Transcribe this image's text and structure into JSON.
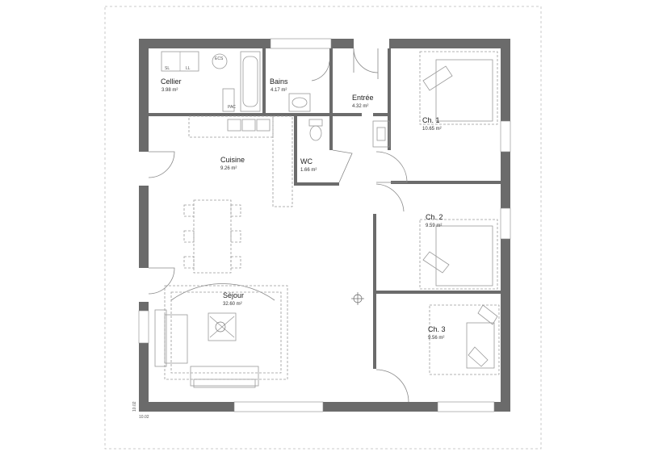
{
  "rooms": {
    "cellier": {
      "name": "Cellier",
      "area": "3.98 m²"
    },
    "bains": {
      "name": "Bains",
      "area": "4.17 m²"
    },
    "entree": {
      "name": "Entrée",
      "area": "4.32 m²"
    },
    "ch1": {
      "name": "Ch. 1",
      "area": "10.65 m²"
    },
    "wc": {
      "name": "WC",
      "area": "1.66 m²"
    },
    "cuisine": {
      "name": "Cuisine",
      "area": "9.26 m²"
    },
    "ch2": {
      "name": "Ch. 2",
      "area": "9.59 m²"
    },
    "sejour": {
      "name": "Séjour",
      "area": "32.60 m²"
    },
    "ch3": {
      "name": "Ch. 3",
      "area": "9.56 m²"
    }
  },
  "appliance_labels": {
    "sl": "SL",
    "ll": "LL",
    "ecs": "ECS",
    "pac": "PAC"
  },
  "dimensions": {
    "width": "10.02",
    "height": "10.02"
  }
}
